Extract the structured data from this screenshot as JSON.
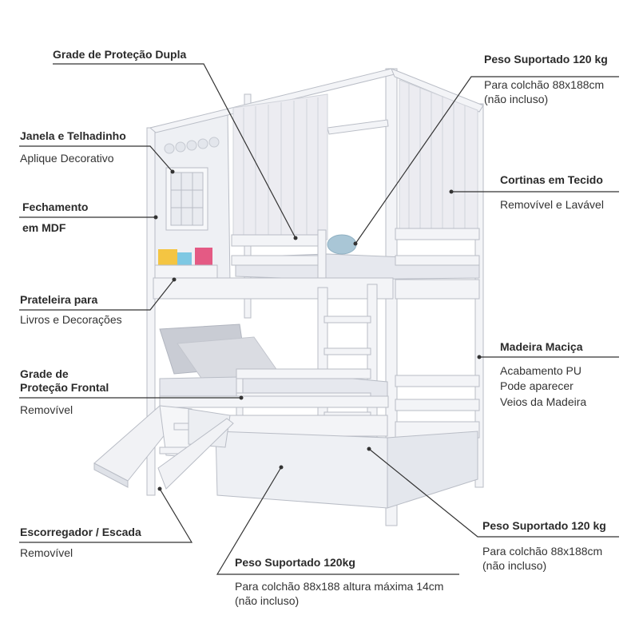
{
  "callouts": {
    "grade_dupla": {
      "title": "Grade de Proteção Dupla"
    },
    "peso_topo": {
      "title": "Peso Suportado 120 kg",
      "line1": "Para colchão 88x188cm",
      "line2": "(não incluso)"
    },
    "janela": {
      "title": "Janela e Telhadinho",
      "subtitle": "Aplique Decorativo"
    },
    "cortinas": {
      "title": "Cortinas em Tecido",
      "subtitle": "Removível e Lavável"
    },
    "fechamento": {
      "title_line1": "Fechamento",
      "title_line2": "em MDF"
    },
    "prateleira": {
      "title": "Prateleira para",
      "subtitle": "Livros e Decorações"
    },
    "madeira": {
      "title": "Madeira Maciça",
      "line1": "Acabamento PU",
      "line2": "Pode aparecer",
      "line3": "Veios da Madeira"
    },
    "grade_frontal": {
      "title_line1": "Grade de",
      "title_line2": "Proteção Frontal",
      "subtitle": "Removível"
    },
    "peso_baixo": {
      "title": "Peso Suportado 120 kg",
      "line1": "Para colchão 88x188cm",
      "line2": "(não incluso)"
    },
    "escorregador": {
      "title": "Escorregador / Escada",
      "subtitle": "Removível"
    },
    "peso_auxiliar": {
      "title": "Peso Suportado 120kg",
      "line1": "Para colchão 88x188 altura máxima 14cm",
      "line2": "(não incluso)"
    }
  },
  "colors": {
    "frame": "#f2f3f6",
    "edge": "#b9bdc6",
    "line": "#333333",
    "curtain": "#e9e9ee"
  }
}
